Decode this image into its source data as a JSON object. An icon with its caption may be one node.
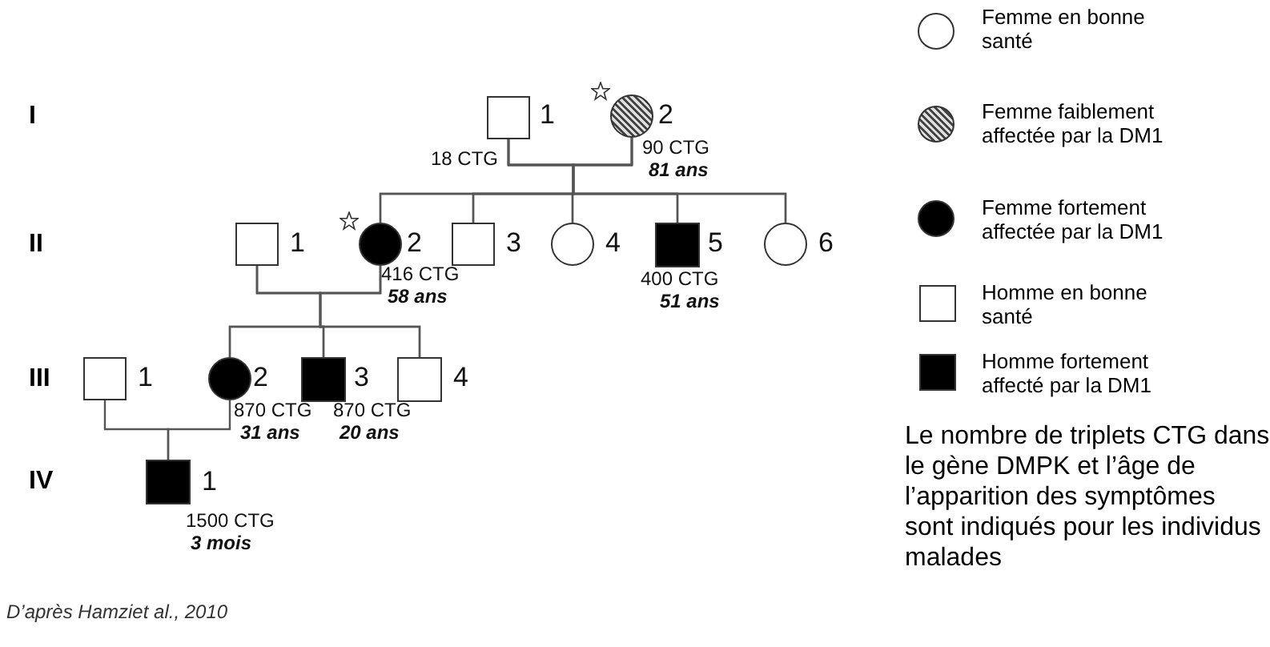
{
  "diagram": {
    "nodes": [
      {
        "text": [],
        "shape": "box",
        "beside": [
          "1",
          "18 CTG"
        ]
      },
      {
        "text": [],
        "shape": "circle",
        "beside": [
          "2",
          "90 CTG",
          "81 ans"
        ]
      },
      {
        "text": [],
        "shape": "box",
        "beside": [
          "1"
        ]
      },
      {
        "text": [],
        "shape": "circle",
        "beside": [
          "2",
          "416 CTG",
          "58 ans"
        ]
      },
      {
        "text": [],
        "shape": "box",
        "beside": [
          "3"
        ]
      },
      {
        "text": [],
        "shape": "circle",
        "beside": [
          "4"
        ]
      },
      {
        "text": [],
        "shape": "box",
        "beside": [
          "5",
          "400 CTG",
          "51 ans"
        ]
      },
      {
        "text": [],
        "shape": "circle",
        "beside": [
          "6"
        ]
      },
      {
        "text": [],
        "shape": "box",
        "beside": [
          "1"
        ]
      },
      {
        "text": [],
        "shape": "circle",
        "beside": [
          "2",
          "870 CTG",
          "31 ans"
        ]
      },
      {
        "text": [],
        "shape": "box",
        "beside": [
          "3",
          "870 CTG",
          "20 ans"
        ]
      },
      {
        "text": [],
        "shape": "box",
        "beside": [
          "4"
        ]
      },
      {
        "text": [],
        "shape": "box",
        "beside": [
          "1",
          "1500 CTG",
          "3 mois"
        ]
      }
    ],
    "edges": [
      {
        "from": 0,
        "to": 3,
        "arrow": "none"
      },
      {
        "from": 0,
        "to": 4,
        "arrow": "none"
      },
      {
        "from": 0,
        "to": 5,
        "arrow": "none"
      },
      {
        "from": 0,
        "to": 6,
        "arrow": "none"
      },
      {
        "from": 0,
        "to": 7,
        "arrow": "none"
      },
      {
        "from": 1,
        "to": 3,
        "arrow": "none"
      },
      {
        "from": 1,
        "to": 4,
        "arrow": "none"
      },
      {
        "from": 1,
        "to": 5,
        "arrow": "none"
      },
      {
        "from": 1,
        "to": 6,
        "arrow": "none"
      },
      {
        "from": 1,
        "to": 7,
        "arrow": "none"
      },
      {
        "from": 2,
        "to": 9,
        "arrow": "none"
      },
      {
        "from": 2,
        "to": 10,
        "arrow": "none"
      },
      {
        "from": 2,
        "to": 11,
        "arrow": "none"
      },
      {
        "from": 3,
        "to": 9,
        "arrow": "none"
      },
      {
        "from": 3,
        "to": 10,
        "arrow": "none"
      },
      {
        "from": 3,
        "to": 11,
        "arrow": "none"
      },
      {
        "from": 8,
        "to": 12,
        "arrow": "none"
      },
      {
        "from": 9,
        "to": 12,
        "arrow": "none"
      }
    ],
    "labels": [
      "I",
      "II",
      "III",
      "IV",
      "Le nombre de triplets CTG dans le gène DMPK et l’âge de l’apparition des symptômes sont indiqués pour les individus malades",
      "D’après Hamziet al., 2010"
    ],
    "legend": [
      {
        "text": "Femme en bonne santé"
      },
      {
        "text": "Femme faiblement affectée par la DM1"
      },
      {
        "text": "Femme fortement affectée par la DM1"
      },
      {
        "text": "Homme en bonne santé"
      },
      {
        "text": "Homme fortement affecté par la DM1"
      }
    ]
  }
}
